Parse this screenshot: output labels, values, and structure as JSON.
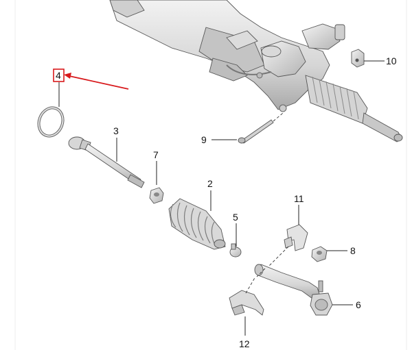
{
  "callouts": {
    "c2": "2",
    "c3": "3",
    "c4": "4",
    "c5": "5",
    "c6": "6",
    "c7": "7",
    "c8": "8",
    "c9": "9",
    "c10": "10",
    "c11": "11",
    "c12": "12"
  },
  "highlight": {
    "selected_callout": "4",
    "box_color": "#d8191c",
    "arrow_color": "#d8191c"
  },
  "colors": {
    "part_fill": "#e6e6e6",
    "part_shade": "#bdbdbd",
    "part_dark": "#8a8a8a"
  }
}
